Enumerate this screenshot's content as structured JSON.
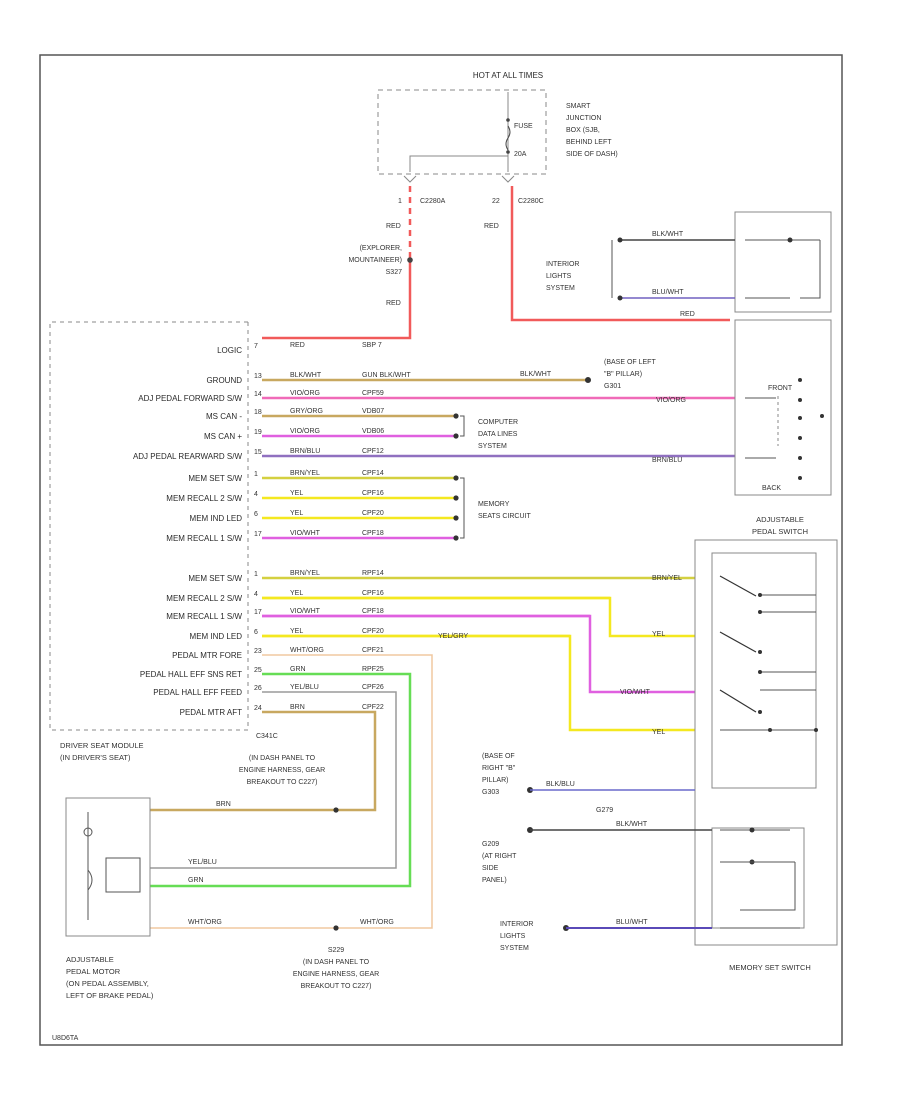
{
  "diagram": {
    "footer_code": "U8D6TA",
    "colors": {
      "red": "#f15a5a",
      "pink": "#f06bb8",
      "violet": "#e060e0",
      "tan": "#c8a860",
      "yellow": "#f4e820",
      "yellow_green": "#d4d040",
      "green": "#66dd55",
      "blue": "#7060c0",
      "purple": "#9070c0",
      "orange_light": "#f0c8a0",
      "gray": "#9a9a9a"
    },
    "fuse_box": {
      "hot_label": "HOT AT ALL TIMES",
      "fuse_label": "FUSE",
      "fuse_value": "20A",
      "junction": [
        "SMART",
        "JUNCTION",
        "BOX (SJB,",
        "BEHIND LEFT",
        "SIDE OF DASH)"
      ],
      "pin_left": "1",
      "conn_left": "C2280A",
      "pin_right": "22",
      "conn_right": "C2280C"
    },
    "red_label": "RED",
    "splice": [
      "(EXPLORER,",
      "MOUNTAINEER)",
      "S327"
    ],
    "module": {
      "pins": [
        {
          "pin": "7",
          "name": "LOGIC",
          "wire": "RED",
          "wire2": "SBP 7"
        },
        {
          "pin": "13",
          "name": "GROUND",
          "wire": "BLK/WHT",
          "wire2": "GUN BLK/WHT"
        },
        {
          "pin": "14",
          "name": "ADJ PEDAL FORWARD S/W",
          "wire": "VIO/ORG",
          "wire2": "CPF59"
        },
        {
          "pin": "18",
          "name": "MS CAN -",
          "wire": "GRY/ORG",
          "wire2": "VDB07"
        },
        {
          "pin": "19",
          "name": "MS CAN +",
          "wire": "VIO/ORG",
          "wire2": "VDB06"
        },
        {
          "pin": "15",
          "name": "ADJ PEDAL REARWARD S/W",
          "wire": "BRN/BLU",
          "wire2": "CPF12"
        },
        {
          "pin": "1",
          "name": "MEM SET S/W",
          "wire": "BRN/YEL",
          "wire2": "CPF14"
        },
        {
          "pin": "4",
          "name": "MEM RECALL 2 S/W",
          "wire": "YEL",
          "wire2": "CPF16"
        },
        {
          "pin": "6",
          "name": "MEM IND LED",
          "wire": "YEL",
          "wire2": "CPF20"
        },
        {
          "pin": "17",
          "name": "MEM RECALL 1 S/W",
          "wire": "VIO/WHT",
          "wire2": "CPF18"
        },
        {
          "pin": "1",
          "name": "MEM SET S/W",
          "wire": "BRN/YEL",
          "wire2": "RPF14"
        },
        {
          "pin": "4",
          "name": "MEM RECALL 2 S/W",
          "wire": "YEL",
          "wire2": "CPF16"
        },
        {
          "pin": "17",
          "name": "MEM RECALL 1 S/W",
          "wire": "VIO/WHT",
          "wire2": "CPF18"
        },
        {
          "pin": "6",
          "name": "MEM IND LED",
          "wire": "YEL",
          "wire2": "CPF20"
        },
        {
          "pin": "23",
          "name": "PEDAL MTR FORE",
          "wire": "WHT/ORG",
          "wire2": "CPF21"
        },
        {
          "pin": "25",
          "name": "PEDAL HALL EFF SNS RET",
          "wire": "GRN",
          "wire2": "RPF25"
        },
        {
          "pin": "26",
          "name": "PEDAL HALL EFF FEED",
          "wire": "YEL/BLU",
          "wire2": "CPF26"
        },
        {
          "pin": "24",
          "name": "PEDAL MTR AFT",
          "wire": "BRN",
          "wire2": "CPF22"
        }
      ],
      "ground_loc": [
        "(BASE OF LEFT",
        "\"B\" PILLAR)",
        "G301"
      ],
      "ground_wire": "BLK/WHT",
      "conn": "C341C",
      "title": [
        "DRIVER SEAT MODULE",
        "(IN DRIVER'S SEAT)"
      ]
    },
    "groups": {
      "data": [
        "COMPUTER",
        "DATA LINES",
        "SYSTEM"
      ],
      "memory": [
        "MEMORY",
        "SEATS CIRCUIT"
      ]
    },
    "interior": {
      "label": [
        "INTERIOR",
        "LIGHTS",
        "SYSTEM"
      ],
      "wire_top": "BLK/WHT",
      "wire_bot": "BLU/WHT",
      "wire_red": "RED"
    },
    "seat_switch": {
      "front": "FRONT",
      "back": "BACK",
      "wire_vio": "VIO/ORG",
      "wire_brn": "BRN/BLU"
    },
    "pedal_switch": {
      "title": [
        "ADJUSTABLE",
        "PEDAL SWITCH"
      ],
      "wires": [
        "BRN/YEL",
        "YEL",
        "VIO/WHT",
        "YEL"
      ]
    },
    "yel_blu_label": "YEL/GRY",
    "harness_top": [
      "(IN DASH PANEL TO",
      "ENGINE HARNESS, GEAR",
      "BREAKOUT TO C227)"
    ],
    "harness_bot_id": "S229",
    "harness_bot": [
      "(IN DASH PANEL TO",
      "ENGINE HARNESS, GEAR",
      "BREAKOUT TO C227)"
    ],
    "motor": {
      "title": [
        "ADJUSTABLE",
        "PEDAL MOTOR",
        "(ON PEDAL ASSEMBLY,",
        "LEFT OF BRAKE PEDAL)"
      ],
      "wires": [
        "BRN",
        "YEL/BLU",
        "GRN",
        "WHT/ORG"
      ]
    },
    "right_pillar": {
      "loc": [
        "(BASE OF",
        "RIGHT \"B\"",
        "PILLAR)",
        "G303"
      ],
      "wire": "BLK/BLU"
    },
    "g279": "G279",
    "g209": {
      "loc": [
        "G209",
        "(AT RIGHT",
        "SIDE",
        "PANEL)"
      ],
      "wire": "BLK/WHT"
    },
    "interior2": {
      "label": [
        "INTERIOR",
        "LIGHTS",
        "SYSTEM"
      ],
      "wire": "BLU/WHT"
    },
    "memory_set_switch": "MEMORY SET SWITCH"
  }
}
